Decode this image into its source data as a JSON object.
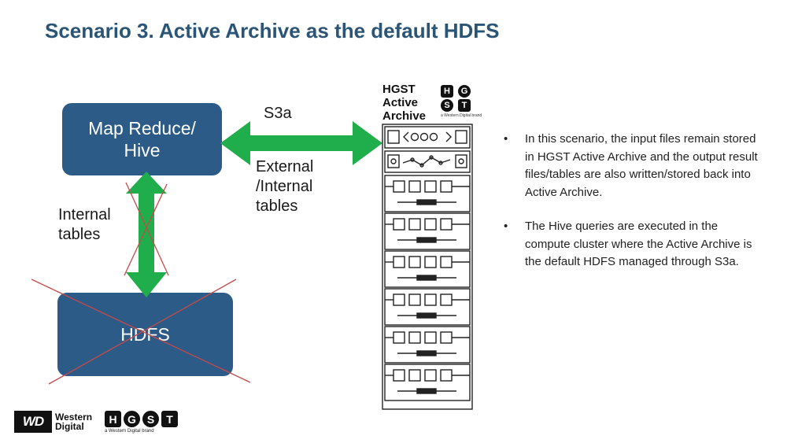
{
  "title": "Scenario 3. Active Archive as the default HDFS",
  "nodes": {
    "map_reduce": "Map Reduce/\nHive",
    "hdfs": "HDFS"
  },
  "edges": {
    "s3a": "S3a",
    "external_internal": "External\n/Internal\ntables",
    "internal": "Internal\ntables"
  },
  "rack": {
    "header": "HGST\nActive\nArchive",
    "logo_letters": [
      "H",
      "G",
      "S",
      "T"
    ],
    "logo_tagline": "a Western Digital brand"
  },
  "bullets": [
    "In this scenario, the input files remain stored in HGST Active Archive and the output result files/tables are also written/stored back into Active Archive.",
    "The Hive queries are executed in the compute cluster where the Active Archive is the default HDFS managed through S3a."
  ],
  "bullet_glyph": "•",
  "footer": {
    "wd_mark": "WD",
    "wd_text": "Western\nDigital",
    "hgst_letters": [
      "H",
      "G",
      "S",
      "T"
    ],
    "hgst_tagline": "a Western Digital brand"
  },
  "colors": {
    "title": "#2a5576",
    "node_fill": "#2d5b87",
    "arrow": "#1fae4b",
    "cross": "#c44a4a"
  }
}
